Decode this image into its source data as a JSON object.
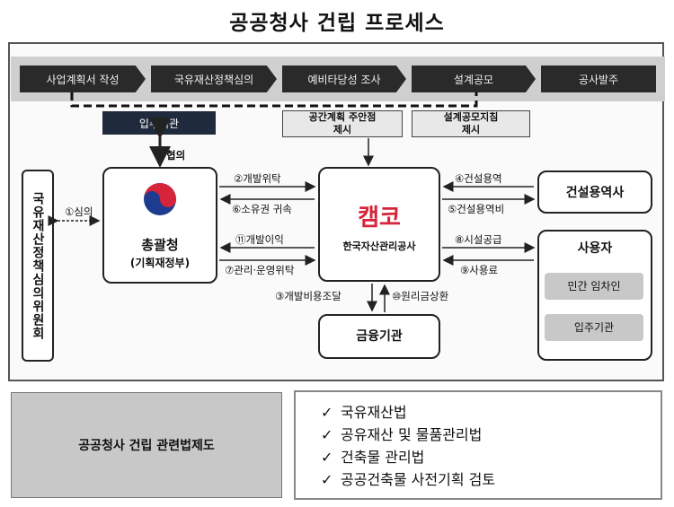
{
  "title": "공공청사 건립 프로세스",
  "steps": [
    "사업계획서 작성",
    "국유재산정책심의",
    "예비타당성 조사",
    "설계공모",
    "공사발주"
  ],
  "occupant_top": "입주기관",
  "notes": {
    "space_plan": "공간계획 주안점\n제시",
    "design_guide": "설계공모지침\n제시"
  },
  "committee": "국유재산정책심의위원회",
  "labels": {
    "consult": "협의",
    "review": "①심의",
    "dev_commission": "②개발위탁",
    "ownership": "⑥소유권 귀속",
    "dev_profit": "⑪개발이익",
    "management": "⑦관리·운영위탁",
    "construction_service": "④건설용역",
    "construction_fee": "⑤건설용역비",
    "facility_supply": "⑧시설공급",
    "usage_fee": "⑨사용료",
    "dev_funding": "③개발비용조달",
    "repayment": "⑩원리금상환"
  },
  "nodes": {
    "ministry_title": "총괄청",
    "ministry_sub": "(기획재정부)",
    "kamco_logo": "캠코",
    "kamco_name": "한국자산관리공사",
    "contractor": "건설용역사",
    "finance": "금융기관",
    "user": "사용자",
    "private_tenant": "민간 임차인",
    "occupant": "입주기관"
  },
  "law_box_title": "공공청사 건립 관련법제도",
  "laws": [
    "국유재산법",
    "공유재산 및 물품관리법",
    "건축물 관리법",
    "공공건축물 사전기획 검토"
  ],
  "colors": {
    "dark": "#2a2a2a",
    "navy": "#1f2a3d",
    "kamco_red": "#d6243a",
    "kamco_blue": "#1d3b8f"
  }
}
